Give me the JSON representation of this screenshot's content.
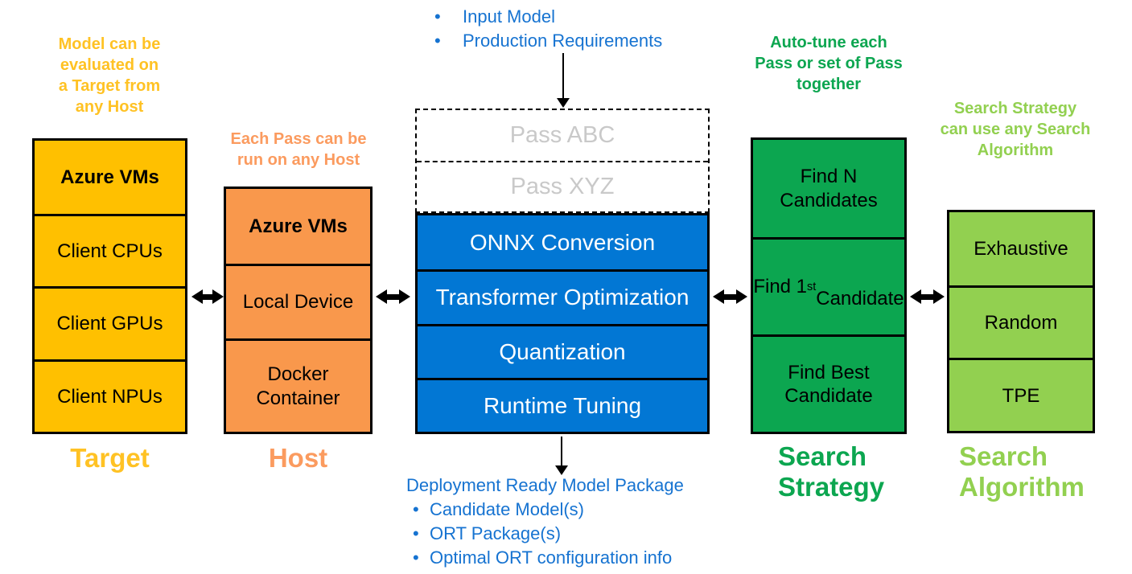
{
  "colors": {
    "gold": "#FFC000",
    "gold_text": "#FFC224",
    "orange": "#F9984C",
    "orange_text": "#FB9B5F",
    "blue": "#0277D4",
    "blue_text": "#1673D1",
    "green": "#0CA650",
    "light_green": "#92D050",
    "gray_text": "#C9C9C9"
  },
  "glyphs": {
    "bullet": "•"
  },
  "annotations": {
    "target": "Model can be\nevaluated on\na Target from\nany Host",
    "host": "Each Pass can be\nrun on any Host",
    "strategy": "Auto-tune each\nPass or set of Pass\ntogether",
    "algorithm": "Search Strategy\ncan use any Search\nAlgorithm"
  },
  "input": {
    "items": [
      "Input Model",
      "Production Requirements"
    ]
  },
  "output": {
    "title": "Deployment Ready Model Package",
    "items": [
      "Candidate Model(s)",
      "ORT Package(s)",
      "Optimal ORT configuration info"
    ]
  },
  "columns": {
    "target": {
      "label": "Target",
      "cells": [
        "Azure VMs",
        "Client CPUs",
        "Client GPUs",
        "Client NPUs"
      ]
    },
    "host": {
      "label": "Host",
      "cells": [
        "Azure VMs",
        "Local Device",
        "Docker\nContainer"
      ]
    },
    "passes": {
      "ghost_cells": [
        "Pass ABC",
        "Pass XYZ"
      ],
      "cells": [
        "ONNX Conversion",
        "Transformer Optimization",
        "Quantization",
        "Runtime Tuning"
      ]
    },
    "strategy": {
      "label": "Search\nStrategy",
      "cells": [
        "Find N\nCandidates",
        "Find 1^{st}\nCandidate",
        "Find Best\nCandidate"
      ]
    },
    "algorithm": {
      "label": "Search\nAlgorithm",
      "cells": [
        "Exhaustive",
        "Random",
        "TPE"
      ]
    }
  }
}
